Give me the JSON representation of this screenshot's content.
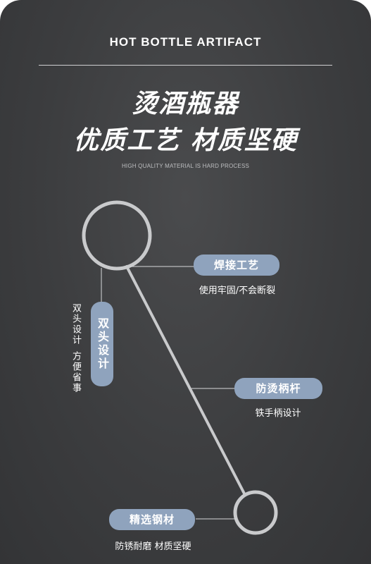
{
  "header": {
    "english_title": "HOT BOTTLE ARTIFACT",
    "title_line1": "烫酒瓶器",
    "title_line2": "优质工艺 材质坚硬",
    "subtitle": "HIGH QUALITY MATERIAL IS HARD PROCESS"
  },
  "features": {
    "welding": {
      "label": "焊接工艺",
      "caption": "使用牢固/不会断裂"
    },
    "handle": {
      "label": "防烫柄杆",
      "caption": "铁手柄设计"
    },
    "double_head": {
      "label": "双头设计",
      "caption_1": "双头设计",
      "caption_2": "方便省事"
    },
    "steel": {
      "label": "精选钢材",
      "caption": "防锈耐磨 材质坚硬"
    }
  },
  "colors": {
    "background": "#3c3d3f",
    "pill": "#8fa3bd",
    "text": "#ffffff",
    "ring": "#c9cacc"
  }
}
